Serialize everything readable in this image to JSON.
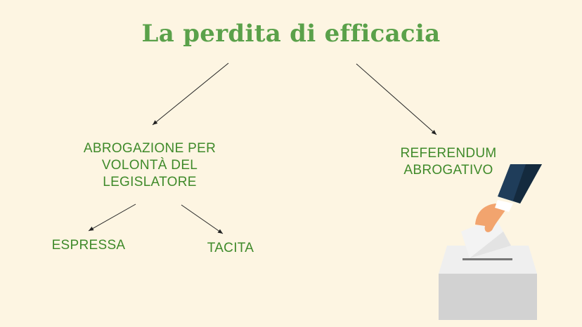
{
  "title": "La perdita di efficacia",
  "nodes": {
    "abrogazione": [
      "ABROGAZIONE PER",
      "VOLONTÀ DEL",
      "LEGISLATORE"
    ],
    "referendum": [
      "REFERENDUM",
      "ABROGATIVO"
    ],
    "espressa": "ESPRESSA",
    "tacita": "TACITA"
  },
  "illustration": "ballot-box-hand-voting",
  "colors": {
    "background": "#fdf5e2",
    "title": "#5aa14a",
    "text": "#3f8a2a"
  }
}
